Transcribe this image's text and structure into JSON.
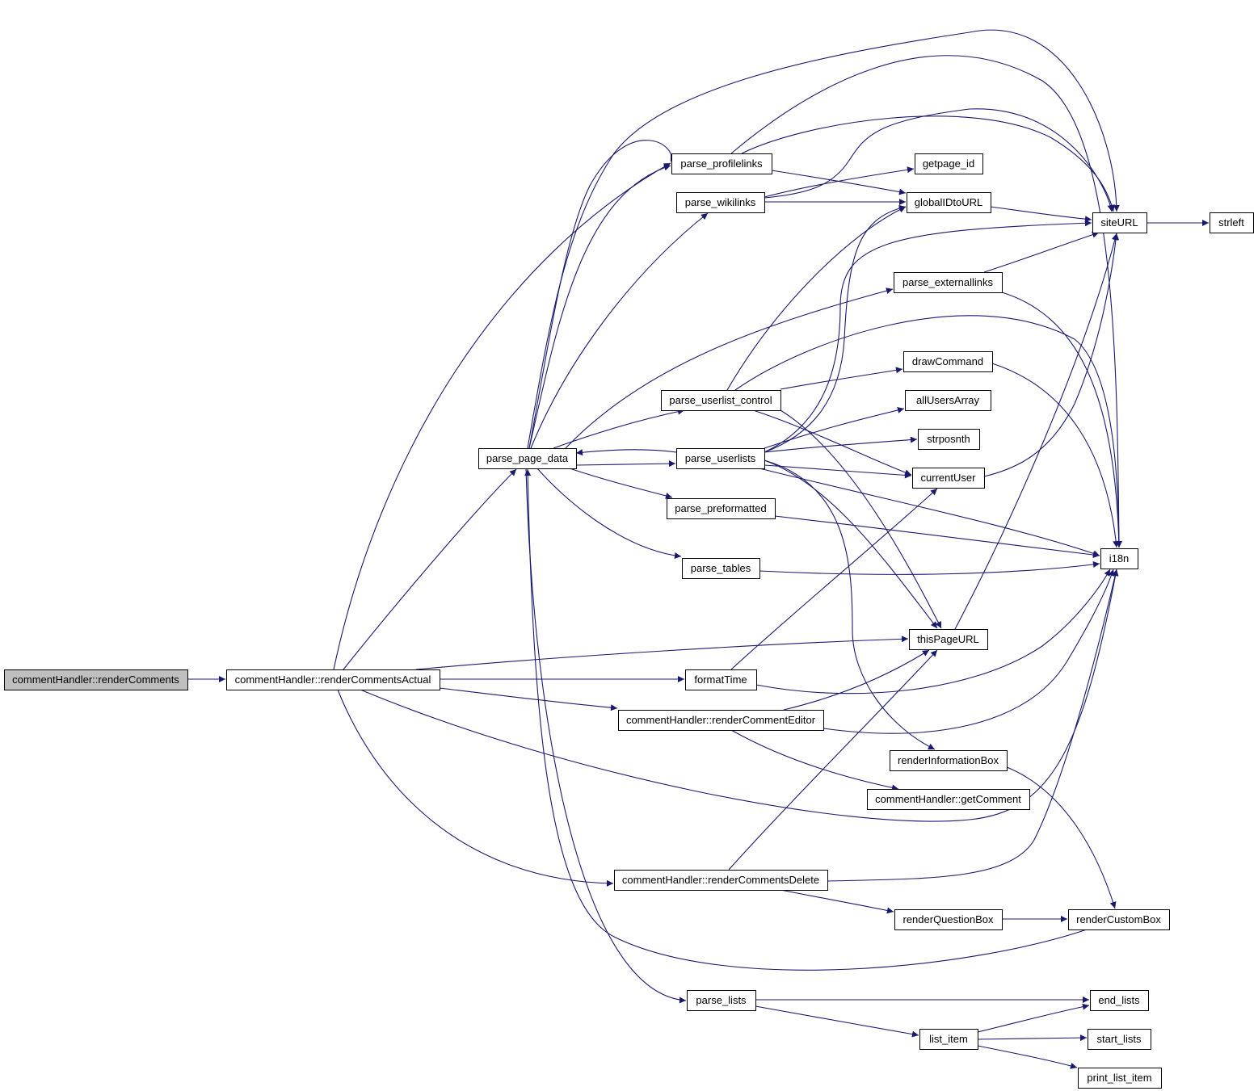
{
  "graph": {
    "edge_color": "#191970",
    "root_fill": "#bfbfbf",
    "nodes": [
      {
        "id": "renderComments",
        "label": "commentHandler::renderComments",
        "root": true
      },
      {
        "id": "renderCommentsActual",
        "label": "commentHandler::renderCommentsActual"
      },
      {
        "id": "parse_page_data",
        "label": "parse_page_data"
      },
      {
        "id": "parse_profilelinks",
        "label": "parse_profilelinks"
      },
      {
        "id": "parse_wikilinks",
        "label": "parse_wikilinks"
      },
      {
        "id": "parse_userlist_control",
        "label": "parse_userlist_control"
      },
      {
        "id": "parse_userlists",
        "label": "parse_userlists"
      },
      {
        "id": "parse_preformatted",
        "label": "parse_preformatted"
      },
      {
        "id": "parse_tables",
        "label": "parse_tables"
      },
      {
        "id": "formatTime",
        "label": "formatTime"
      },
      {
        "id": "renderCommentEditor",
        "label": "commentHandler::renderCommentEditor"
      },
      {
        "id": "renderCommentsDelete",
        "label": "commentHandler::renderCommentsDelete"
      },
      {
        "id": "parse_lists",
        "label": "parse_lists"
      },
      {
        "id": "getpage_id",
        "label": "getpage_id"
      },
      {
        "id": "globalIDtoURL",
        "label": "globalIDtoURL"
      },
      {
        "id": "parse_externallinks",
        "label": "parse_externallinks"
      },
      {
        "id": "drawCommand",
        "label": "drawCommand"
      },
      {
        "id": "allUsersArray",
        "label": "allUsersArray"
      },
      {
        "id": "strposnth",
        "label": "strposnth"
      },
      {
        "id": "currentUser",
        "label": "currentUser"
      },
      {
        "id": "thisPageURL",
        "label": "thisPageURL"
      },
      {
        "id": "renderInformationBox",
        "label": "renderInformationBox"
      },
      {
        "id": "getComment",
        "label": "commentHandler::getComment"
      },
      {
        "id": "renderQuestionBox",
        "label": "renderQuestionBox"
      },
      {
        "id": "list_item",
        "label": "list_item"
      },
      {
        "id": "siteURL",
        "label": "siteURL"
      },
      {
        "id": "i18n",
        "label": "i18n"
      },
      {
        "id": "renderCustomBox",
        "label": "renderCustomBox"
      },
      {
        "id": "end_lists",
        "label": "end_lists"
      },
      {
        "id": "start_lists",
        "label": "start_lists"
      },
      {
        "id": "print_list_item",
        "label": "print_list_item"
      },
      {
        "id": "strleft",
        "label": "strleft"
      }
    ],
    "edges": [
      [
        "renderComments",
        "renderCommentsActual"
      ],
      [
        "renderCommentsActual",
        "parse_page_data"
      ],
      [
        "renderCommentsActual",
        "formatTime"
      ],
      [
        "renderCommentsActual",
        "renderCommentEditor"
      ],
      [
        "renderCommentsActual",
        "renderCommentsDelete"
      ],
      [
        "renderCommentsActual",
        "thisPageURL"
      ],
      [
        "renderCommentsActual",
        "i18n"
      ],
      [
        "renderCommentsActual",
        "parse_profilelinks"
      ],
      [
        "parse_page_data",
        "parse_profilelinks"
      ],
      [
        "parse_page_data",
        "parse_wikilinks"
      ],
      [
        "parse_page_data",
        "parse_userlist_control"
      ],
      [
        "parse_page_data",
        "parse_userlists"
      ],
      [
        "parse_page_data",
        "parse_preformatted"
      ],
      [
        "parse_page_data",
        "parse_tables"
      ],
      [
        "parse_page_data",
        "parse_lists"
      ],
      [
        "parse_page_data",
        "parse_externallinks"
      ],
      [
        "parse_page_data",
        "siteURL"
      ],
      [
        "parse_page_data",
        "i18n"
      ],
      [
        "parse_profilelinks",
        "globalIDtoURL"
      ],
      [
        "parse_profilelinks",
        "siteURL"
      ],
      [
        "parse_profilelinks",
        "i18n"
      ],
      [
        "parse_wikilinks",
        "getpage_id"
      ],
      [
        "parse_wikilinks",
        "globalIDtoURL"
      ],
      [
        "parse_wikilinks",
        "siteURL"
      ],
      [
        "parse_userlist_control",
        "drawCommand"
      ],
      [
        "parse_userlist_control",
        "globalIDtoURL"
      ],
      [
        "parse_userlist_control",
        "currentUser"
      ],
      [
        "parse_userlist_control",
        "thisPageURL"
      ],
      [
        "parse_userlist_control",
        "i18n"
      ],
      [
        "parse_userlists",
        "parse_page_data"
      ],
      [
        "parse_userlists",
        "allUsersArray"
      ],
      [
        "parse_userlists",
        "strposnth"
      ],
      [
        "parse_userlists",
        "currentUser"
      ],
      [
        "parse_userlists",
        "globalIDtoURL"
      ],
      [
        "parse_userlists",
        "siteURL"
      ],
      [
        "parse_userlists",
        "i18n"
      ],
      [
        "parse_userlists",
        "thisPageURL"
      ],
      [
        "parse_userlists",
        "renderInformationBox"
      ],
      [
        "parse_preformatted",
        "i18n"
      ],
      [
        "parse_tables",
        "i18n"
      ],
      [
        "formatTime",
        "currentUser"
      ],
      [
        "formatTime",
        "i18n"
      ],
      [
        "renderCommentEditor",
        "thisPageURL"
      ],
      [
        "renderCommentEditor",
        "i18n"
      ],
      [
        "renderCommentEditor",
        "getComment"
      ],
      [
        "renderCommentsDelete",
        "thisPageURL"
      ],
      [
        "renderCommentsDelete",
        "i18n"
      ],
      [
        "renderCommentsDelete",
        "renderQuestionBox"
      ],
      [
        "parse_lists",
        "end_lists"
      ],
      [
        "parse_lists",
        "list_item"
      ],
      [
        "list_item",
        "end_lists"
      ],
      [
        "list_item",
        "start_lists"
      ],
      [
        "list_item",
        "print_list_item"
      ],
      [
        "globalIDtoURL",
        "siteURL"
      ],
      [
        "parse_externallinks",
        "siteURL"
      ],
      [
        "parse_externallinks",
        "i18n"
      ],
      [
        "drawCommand",
        "i18n"
      ],
      [
        "currentUser",
        "siteURL"
      ],
      [
        "thisPageURL",
        "siteURL"
      ],
      [
        "renderInformationBox",
        "renderCustomBox"
      ],
      [
        "renderQuestionBox",
        "renderCustomBox"
      ],
      [
        "renderCustomBox",
        "parse_page_data"
      ],
      [
        "siteURL",
        "strleft"
      ]
    ]
  }
}
